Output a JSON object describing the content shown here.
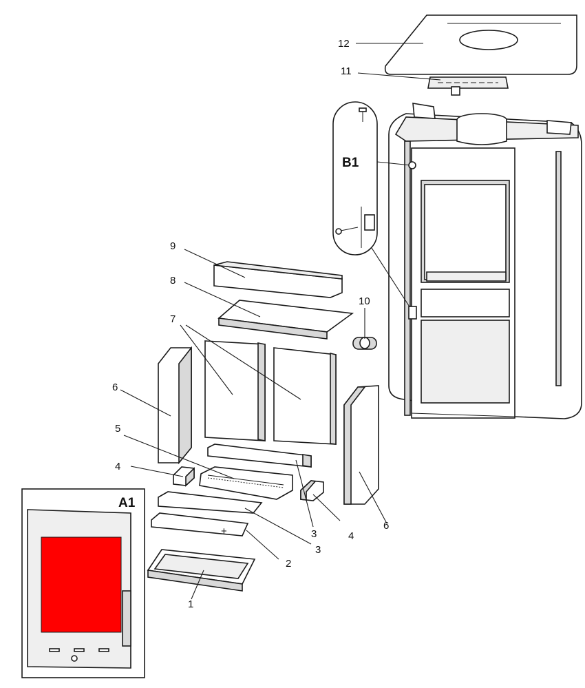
{
  "callouts": {
    "p1": "1",
    "p2": "2",
    "p3a": "3",
    "p3b": "3",
    "p4a": "4",
    "p4b": "4",
    "p5": "5",
    "p6a": "6",
    "p6b": "6",
    "p7": "7",
    "p8": "8",
    "p9": "9",
    "p10": "10",
    "p11": "11",
    "p12": "12"
  },
  "insets": {
    "a1": "A1",
    "b1": "B1"
  },
  "colors": {
    "glass": "#ff0000",
    "line": "#1a1a1a",
    "shade": "#d9d9d9"
  }
}
